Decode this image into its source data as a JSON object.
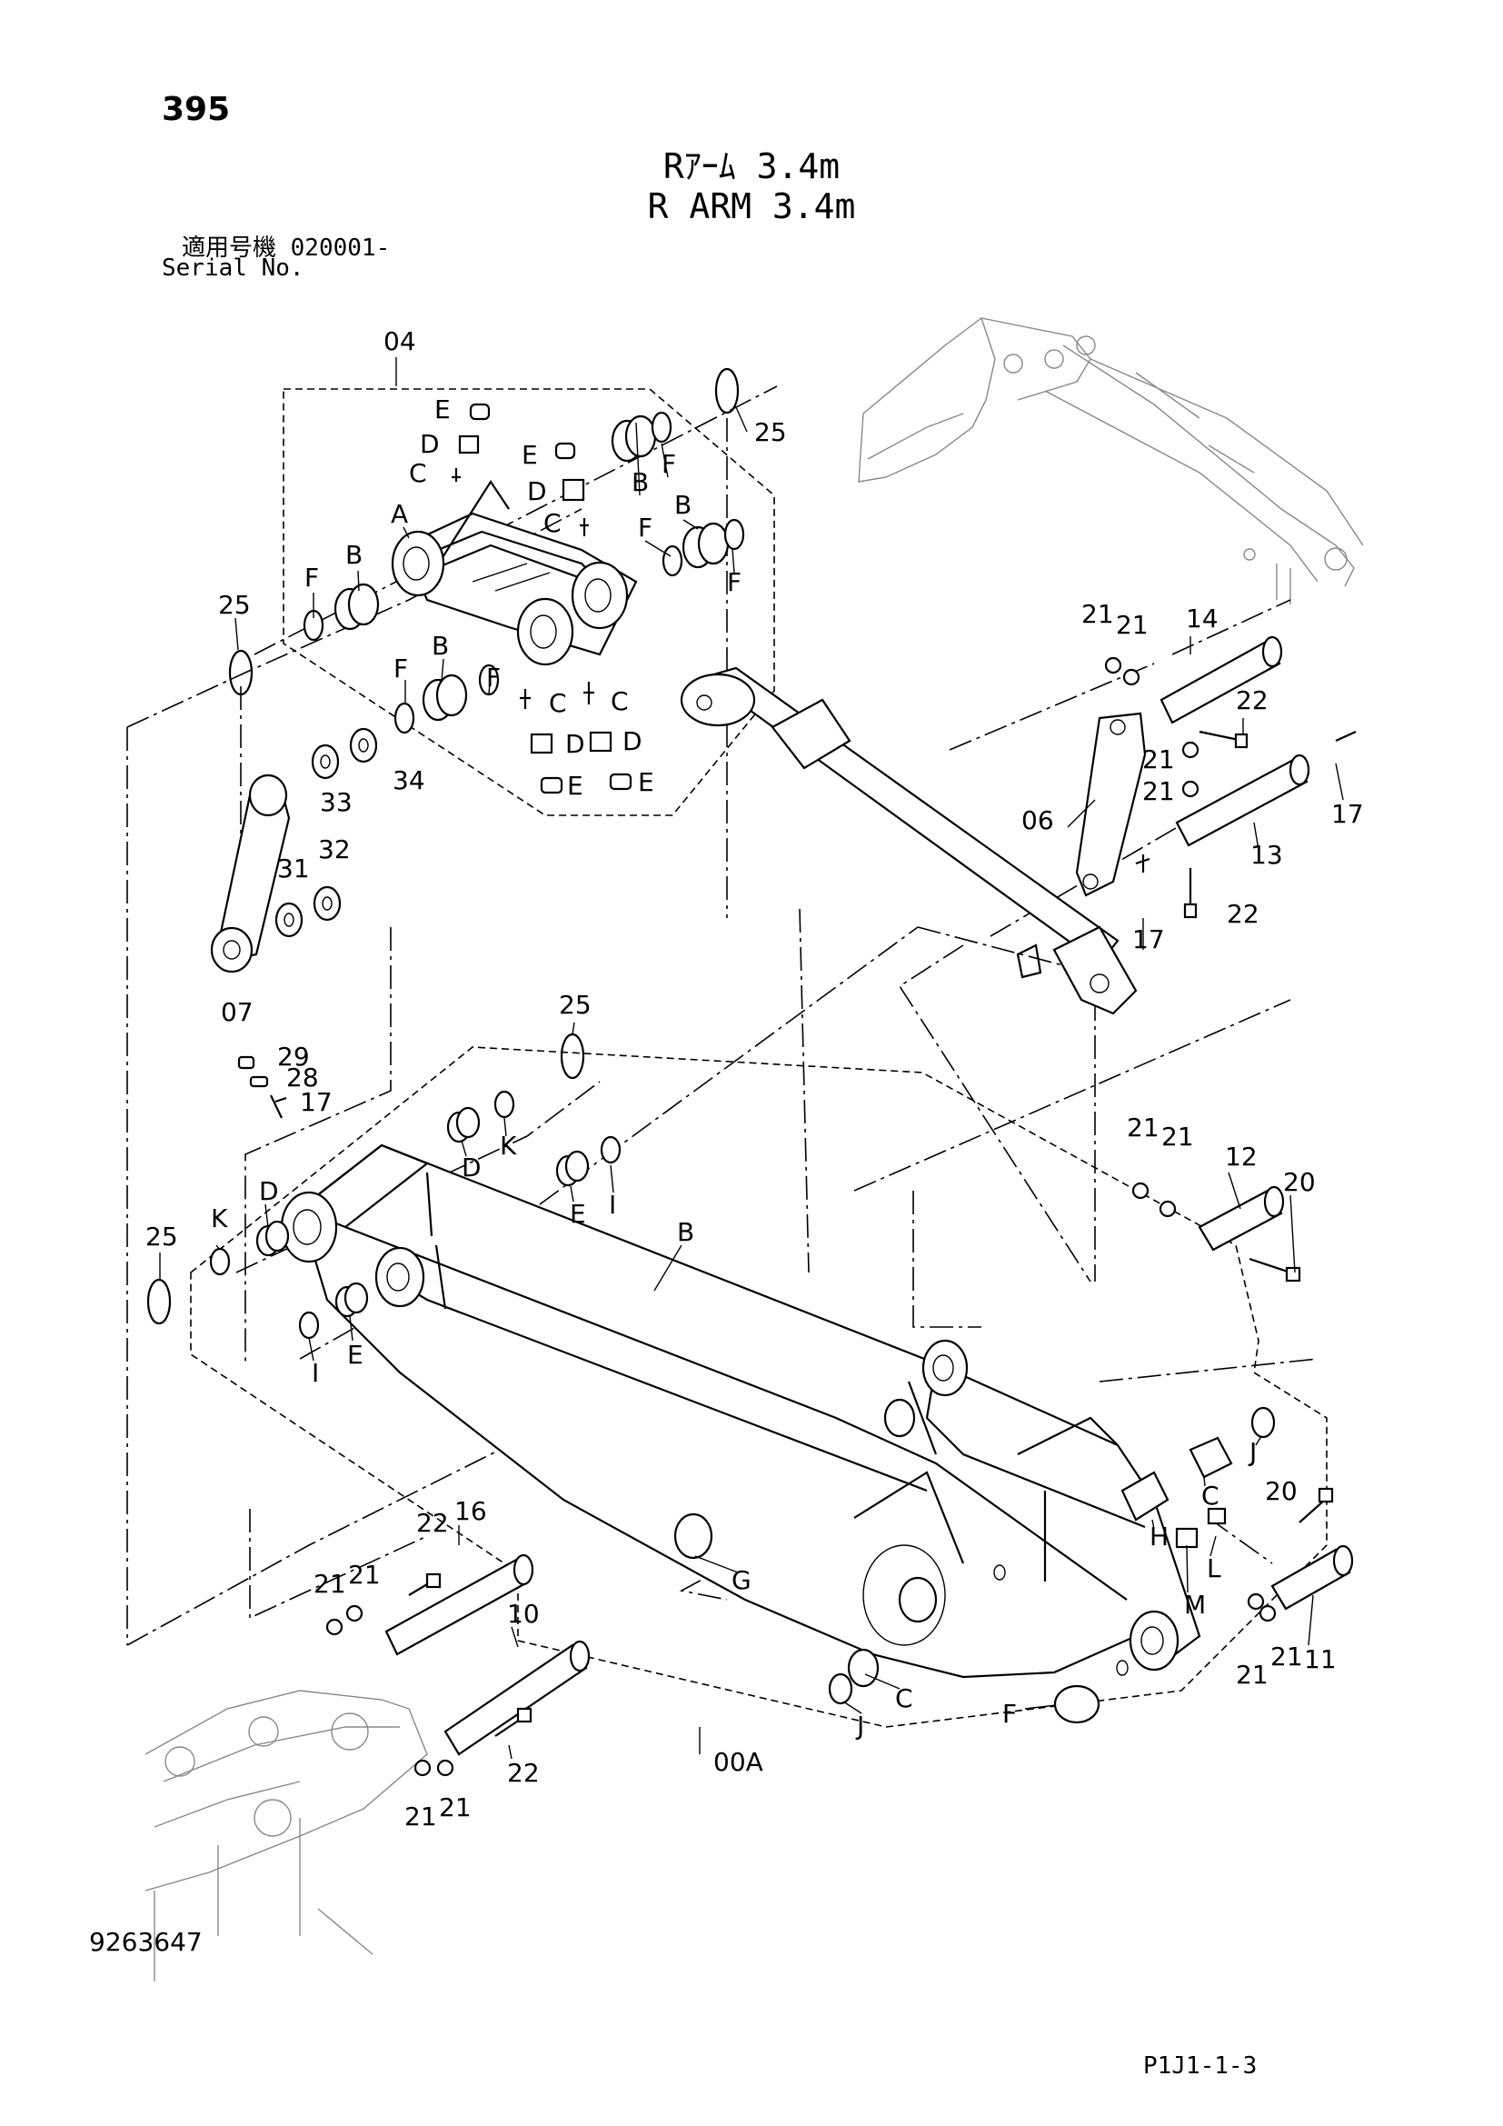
{
  "header": {
    "page_number": "395",
    "title_jp": "Rｱｰﾑ 3.4m",
    "title_en": "R ARM 3.4m",
    "serial_jp": "適用号機  020001-",
    "serial_en": "Serial No."
  },
  "footer": {
    "drawing_number": "9263647",
    "page_code": "P1J1-1-3"
  },
  "callouts": {
    "p04": "04",
    "p25a": "25",
    "p25b": "25",
    "p25c": "25",
    "p25d": "25",
    "E1": "E",
    "D1": "D",
    "C1": "C",
    "A1": "A",
    "B1": "B",
    "F1": "F",
    "E2": "E",
    "D2": "D",
    "C2": "C",
    "B2": "B",
    "F2": "F",
    "F3": "F",
    "B3": "B",
    "F4": "F",
    "F5": "F",
    "B4": "B",
    "F6": "F",
    "C3": "C",
    "C4": "C",
    "D3": "D",
    "D4": "D",
    "E3": "E",
    "E4": "E",
    "p33": "33",
    "p34": "34",
    "p31": "31",
    "p32": "32",
    "p07": "07",
    "p29": "29",
    "p28": "28",
    "p17a": "17",
    "p21a": "21",
    "p21b": "21",
    "p14": "14",
    "p22a": "22",
    "p21c": "21",
    "p21d": "21",
    "p17b": "17",
    "p06": "06",
    "p13": "13",
    "p22b": "22",
    "p17c": "17",
    "D5": "D",
    "K1": "K",
    "E5": "E",
    "I1": "I",
    "K2": "K",
    "D6": "D",
    "I2": "I",
    "E6": "E",
    "B5": "B",
    "p21e": "21",
    "p21f": "21",
    "p12": "12",
    "p20a": "20",
    "J1": "J",
    "C5": "C",
    "H1": "H",
    "p20b": "20",
    "L1": "L",
    "M1": "M",
    "G1": "G",
    "C6": "C",
    "J2": "J",
    "F7": "F",
    "p11": "11",
    "p21g": "21",
    "p21h": "21",
    "p22c": "22",
    "p16": "16",
    "p21i": "21",
    "p21j": "21",
    "p10": "10",
    "p22d": "22",
    "p21k": "21",
    "p21l": "21",
    "p00A": "00A"
  }
}
